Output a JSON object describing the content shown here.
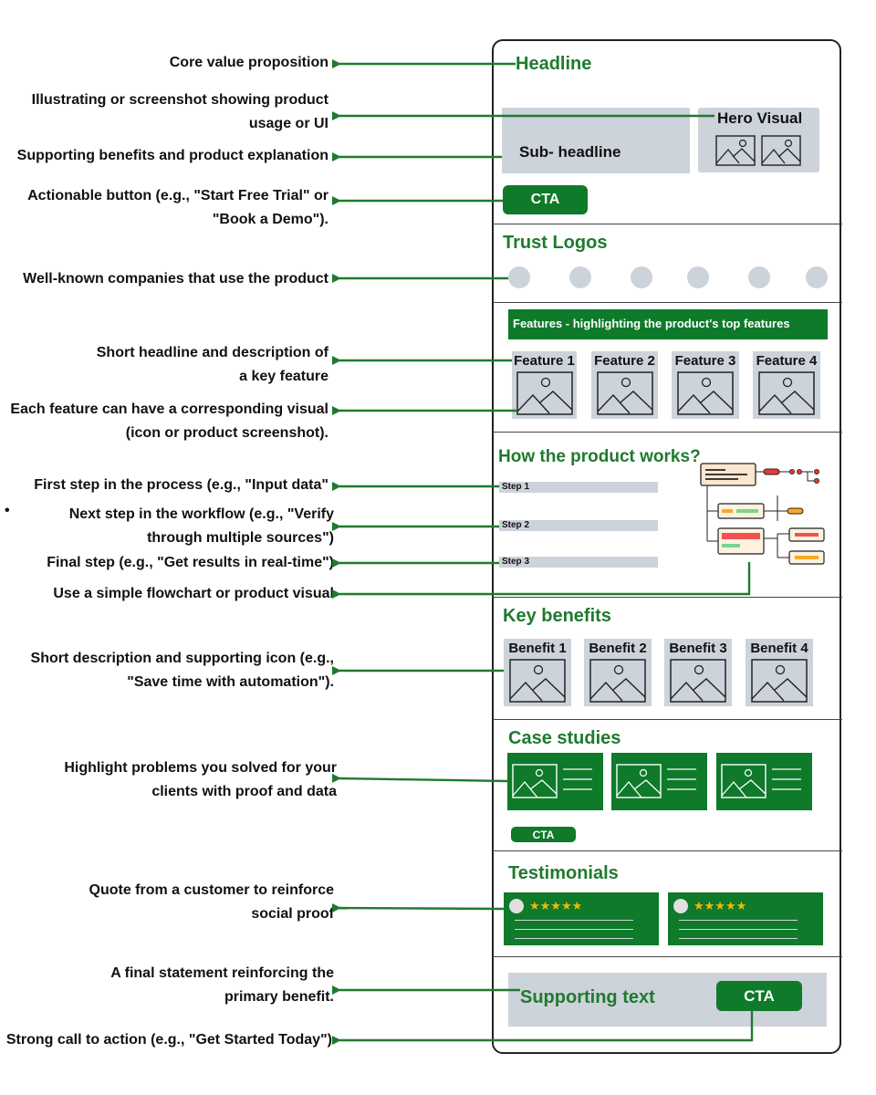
{
  "annotations": [
    {
      "lines": [
        "Core value proposition"
      ]
    },
    {
      "lines": [
        "Illustrating or screenshot showing product",
        "usage or UI"
      ]
    },
    {
      "lines": [
        "Supporting benefits and product explanation"
      ]
    },
    {
      "lines": [
        "Actionable button (e.g., \"Start Free Trial\" or",
        "\"Book a Demo\")."
      ]
    },
    {
      "lines": [
        "Well-known companies that use the product"
      ]
    },
    {
      "lines": [
        "Short headline and description of",
        "a key feature"
      ]
    },
    {
      "lines": [
        "Each feature can have a corresponding visual",
        "(icon or product screenshot)."
      ]
    },
    {
      "lines": [
        "First step in the process (e.g., \"Input data\""
      ]
    },
    {
      "lines": [
        "Next step in the workflow (e.g., \"Verify",
        "through multiple sources\")"
      ]
    },
    {
      "lines": [
        "Final step (e.g., \"Get results in real-time\")"
      ]
    },
    {
      "lines": [
        "Use a simple flowchart or product visual"
      ]
    },
    {
      "lines": [
        "Short description and supporting icon (e.g.,",
        "\"Save time with automation\")."
      ]
    },
    {
      "lines": [
        "Highlight problems you solved for your",
        "clients with proof and data"
      ]
    },
    {
      "lines": [
        "Quote from a customer to reinforce",
        "social proof"
      ]
    },
    {
      "lines": [
        "A final statement reinforcing the",
        "primary benefit."
      ]
    },
    {
      "lines": [
        "Strong call to action (e.g., \"Get Started Today\")"
      ]
    }
  ],
  "bullet": "•",
  "wireframe": {
    "headline": "Headline",
    "hero_visual": "Hero Visual",
    "sub_headline": "Sub- headline",
    "cta": "CTA",
    "trust_logos": "Trust Logos",
    "features_banner": "Features - highlighting the product's top features",
    "features": [
      "Feature 1",
      "Feature 2",
      "Feature 3",
      "Feature 4"
    ],
    "how_title": "How the product works?",
    "steps": [
      "Step 1",
      "Step 2",
      "Step 3"
    ],
    "key_benefits": "Key benefits",
    "benefits": [
      "Benefit 1",
      "Benefit 2",
      "Benefit 3",
      "Benefit 4"
    ],
    "case_studies": "Case studies",
    "case_cta": "CTA",
    "testimonials": "Testimonials",
    "stars": "★★★★★",
    "supporting_text": "Supporting text",
    "final_cta": "CTA"
  },
  "colors": {
    "accent_green": "#1f7a2e",
    "box_green": "#0e7a2a",
    "placeholder_grey": "#cdd3da"
  }
}
